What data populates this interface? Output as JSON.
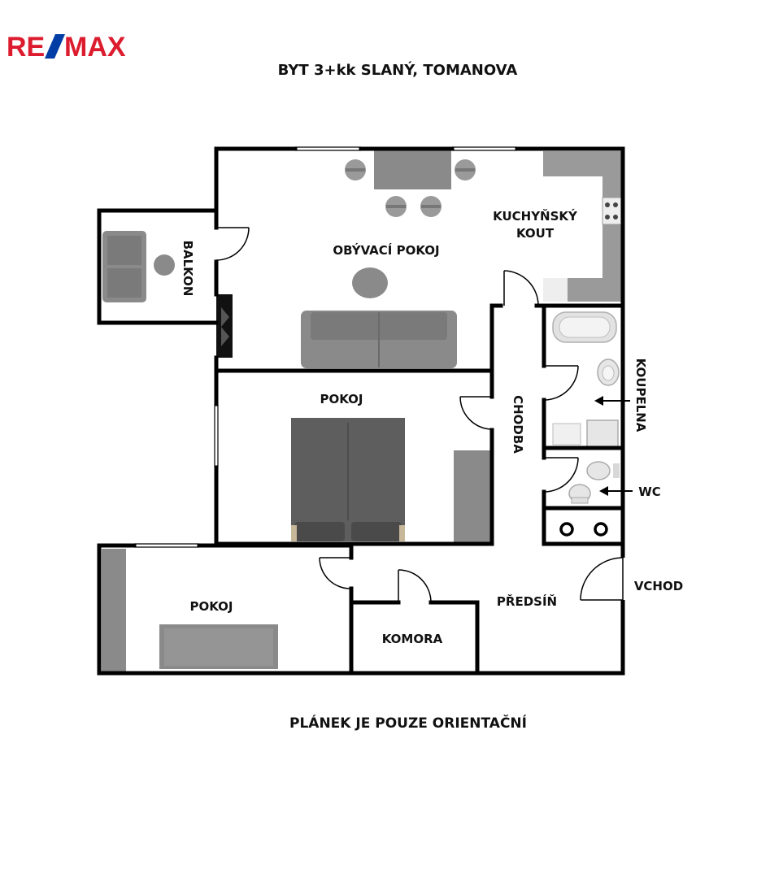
{
  "logo": {
    "part1": "RE",
    "part2": "MAX",
    "color_red": "#dc1c2e",
    "color_blue": "#003da5"
  },
  "title": "BYT 3+kk SLANÝ, TOMANOVA",
  "footer": "PLÁNEK JE POUZE ORIENTAČNÍ",
  "rooms": {
    "balkon": "BALKON",
    "obyvaci_pokoj": "OBÝVACÍ POKOJ",
    "kuchynsky_kout_line1": "KUCHYŇSKÝ",
    "kuchynsky_kout_line2": "KOUT",
    "pokoj_middle": "POKOJ",
    "chodba": "CHODBA",
    "koupelna": "KOUPELNA",
    "wc": "WC",
    "pokoj_bottom": "POKOJ",
    "komora": "KOMORA",
    "predsin": "PŘEDSÍŇ",
    "vchod": "VCHOD"
  },
  "colors": {
    "wall": "#000000",
    "furniture": "#8a8a8a",
    "furniture_dark": "#5e5e5e",
    "counter": "#9a9a9a"
  }
}
